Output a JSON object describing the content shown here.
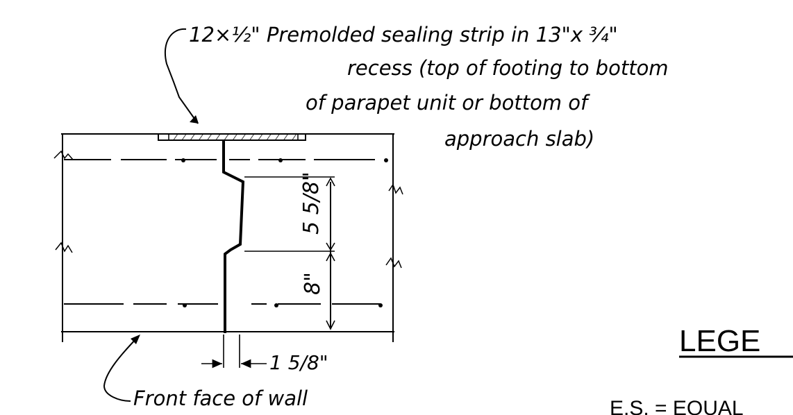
{
  "annotations": {
    "strip_note": {
      "line1": "12×½\" Premolded sealing strip in 13\"x ¾\"",
      "line2": "recess (top of footing to bottom",
      "line3": "of parapet unit or bottom of",
      "line4": "approach slab)"
    },
    "front_face": "Front face of wall",
    "dim_top": "5 5/8\"",
    "dim_bottom": "8\"",
    "dim_offset": "1 5/8\""
  },
  "legend": {
    "title": "LEGE",
    "entry": "E.S. = EQUAL"
  },
  "colors": {
    "ink": "#000000",
    "paper": "#ffffff"
  }
}
